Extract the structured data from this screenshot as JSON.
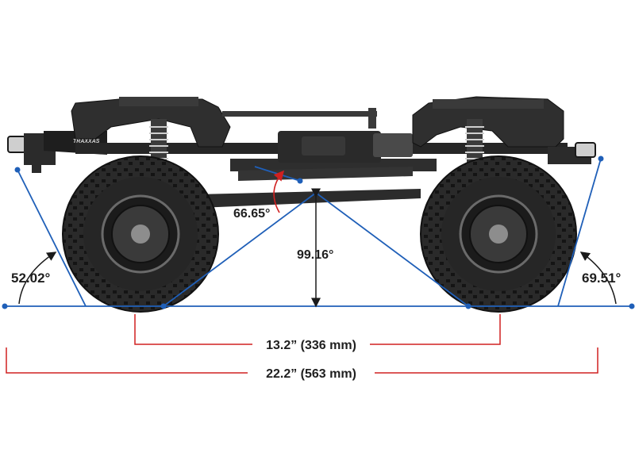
{
  "logo_text": "TRAXXAS",
  "angles": {
    "approach": "52.02°",
    "departure": "69.51°",
    "ramp_left": "66.65°",
    "breakover": "99.16°"
  },
  "dimensions": {
    "wheelbase": "13.2” (336 mm)",
    "overall_length": "22.2” (563 mm)"
  },
  "colors": {
    "geometry_lines": "#1f5fb8",
    "dimension_lines": "#d02020",
    "angle_arrows": "#1a1a1a",
    "ramp_arrow": "#d02020",
    "chassis": "#2b2b2b",
    "tire": "#232323"
  },
  "icons": [
    "front-wheel-icon",
    "rear-wheel-icon",
    "chassis-icon",
    "shock-icon"
  ]
}
